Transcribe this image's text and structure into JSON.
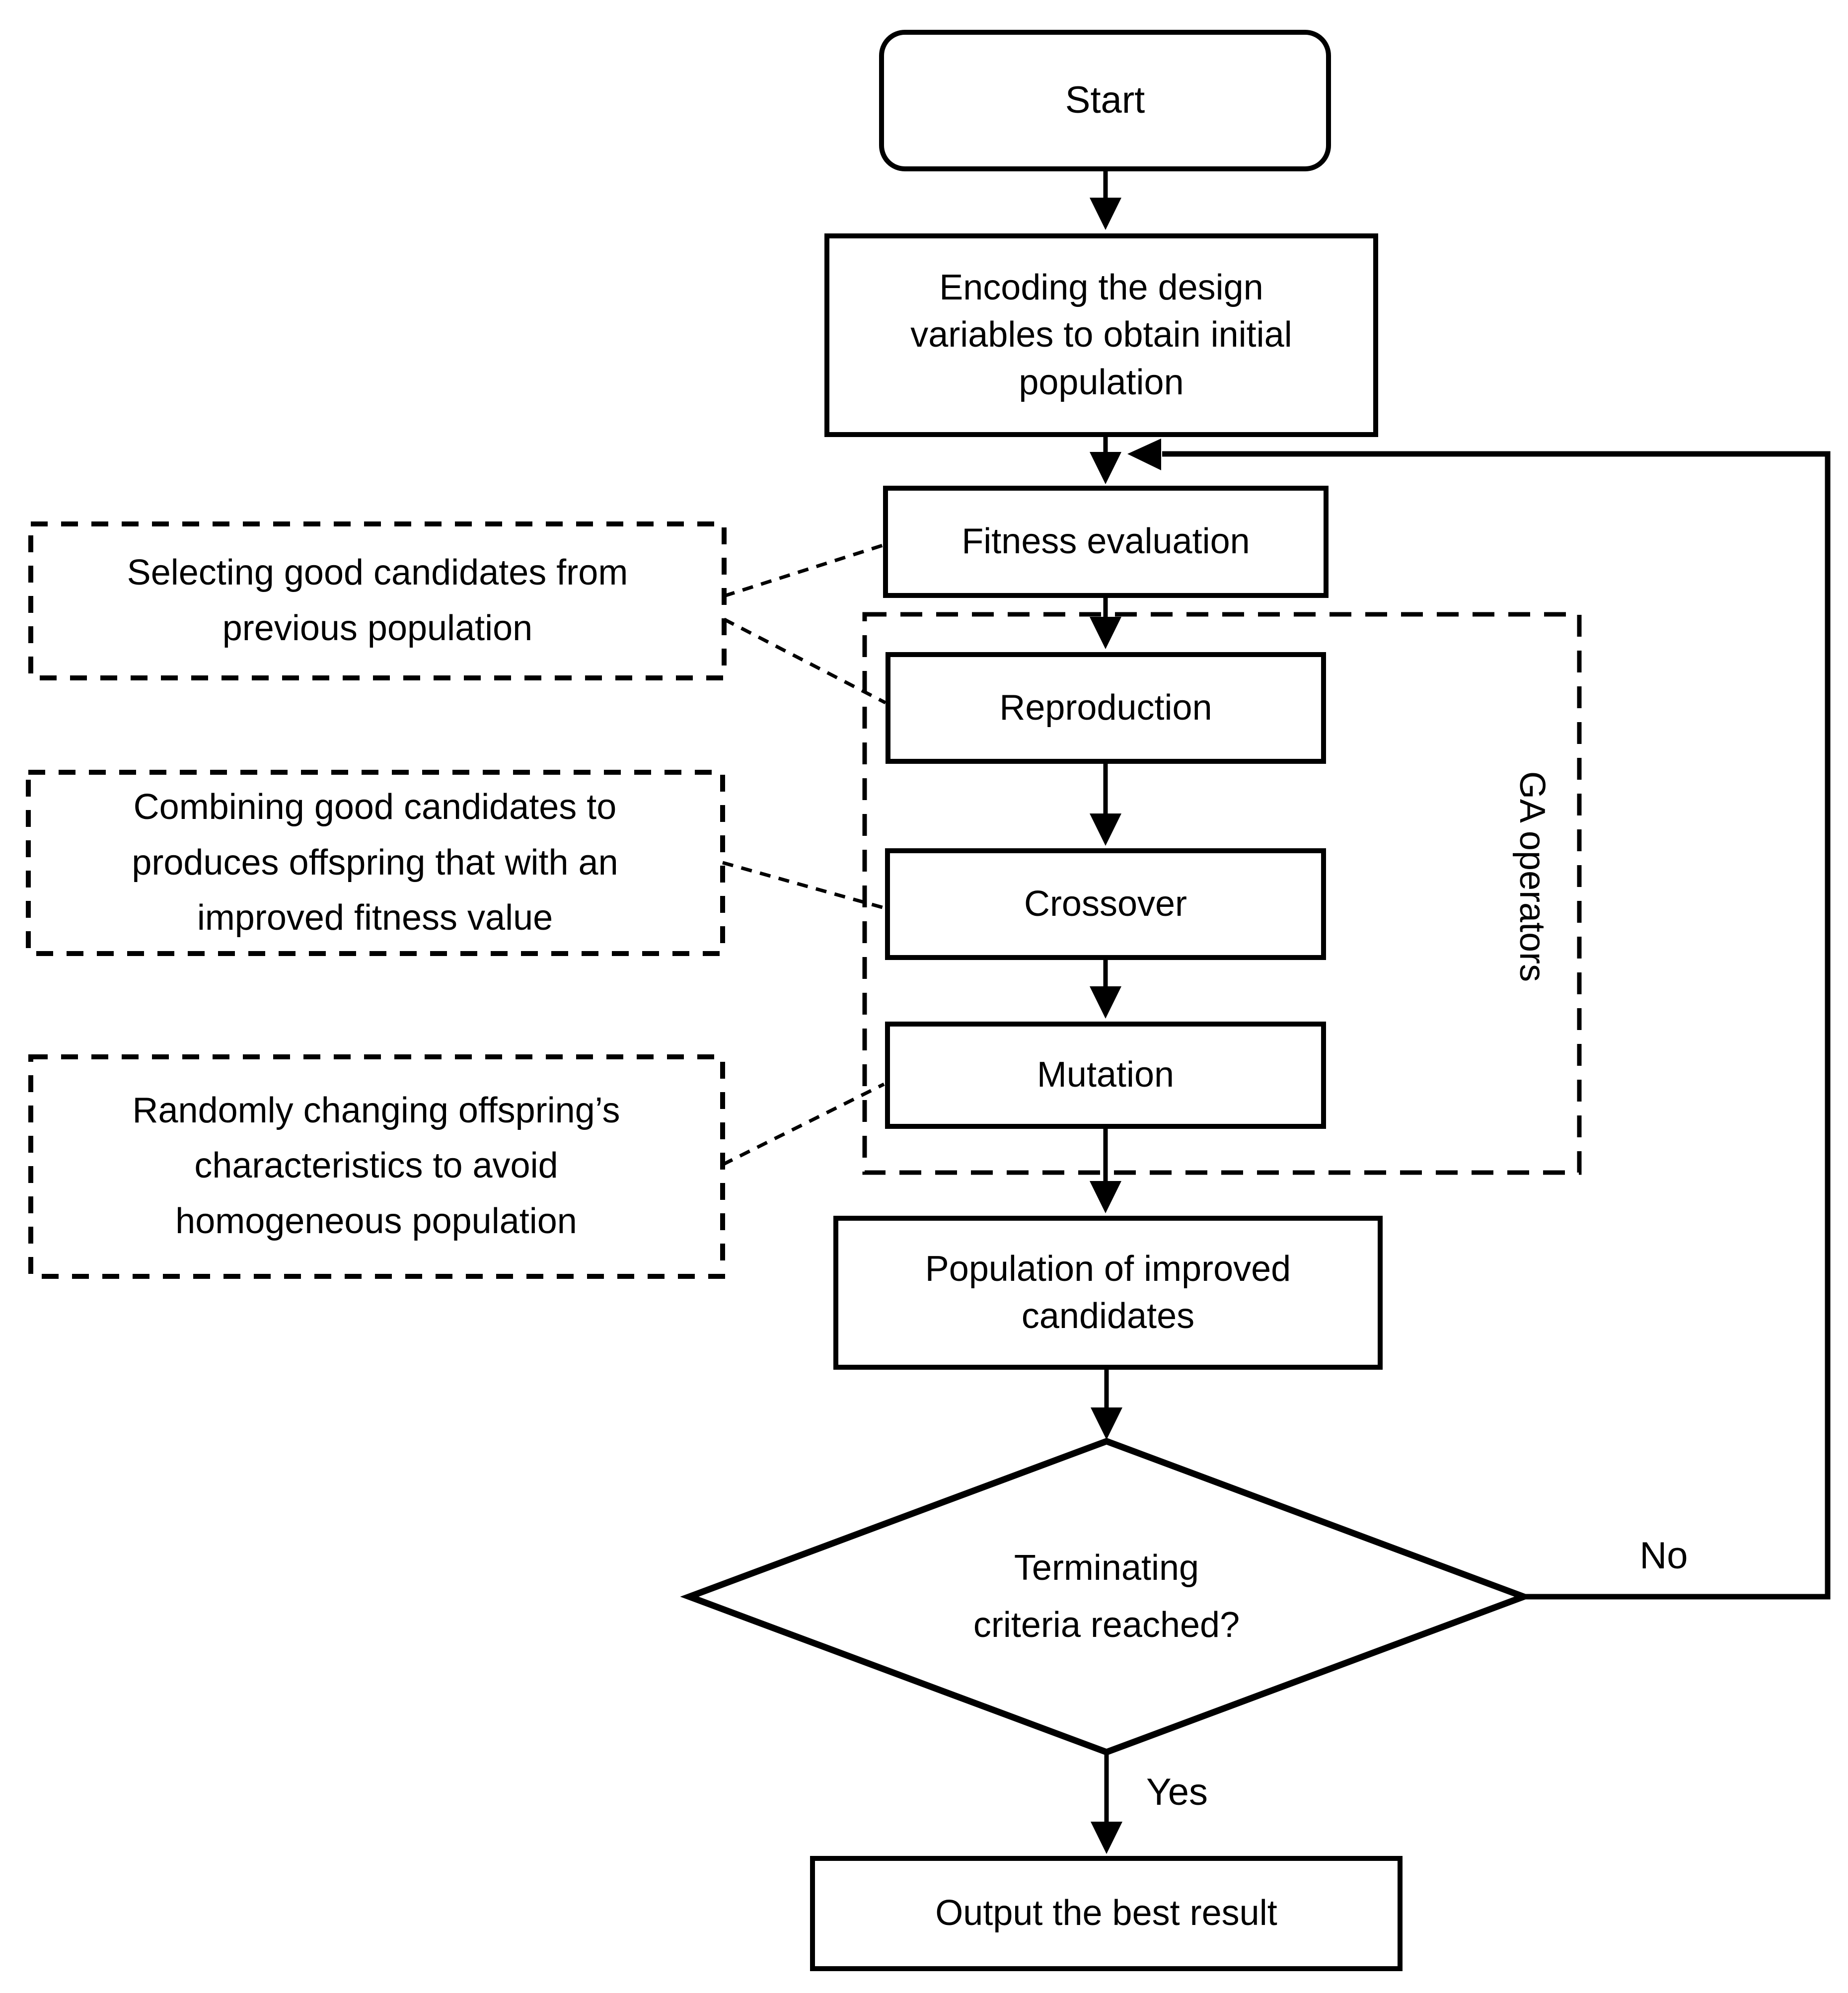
{
  "nodes": {
    "start": "Start",
    "encoding": "Encoding the design\nvariables to obtain initial\npopulation",
    "fitness": "Fitness evaluation",
    "reproduction": "Reproduction",
    "crossover": "Crossover",
    "mutation": "Mutation",
    "population": "Population of improved\ncandidates",
    "decision": "Terminating\ncriteria reached?",
    "output": "Output the best result"
  },
  "group": {
    "label": "GA operators"
  },
  "annotations": {
    "selection": "Selecting good candidates from\nprevious population",
    "crossover_note": "Combining good candidates to\nproduces offspring that with an\nimproved fitness value",
    "mutation_note": "Randomly changing offspring’s\ncharacteristics to avoid\nhomogeneous population"
  },
  "edge_labels": {
    "no": "No",
    "yes": "Yes"
  },
  "colors": {
    "line": "#000000",
    "background": "#ffffff",
    "node_fill": "#ffffff"
  }
}
